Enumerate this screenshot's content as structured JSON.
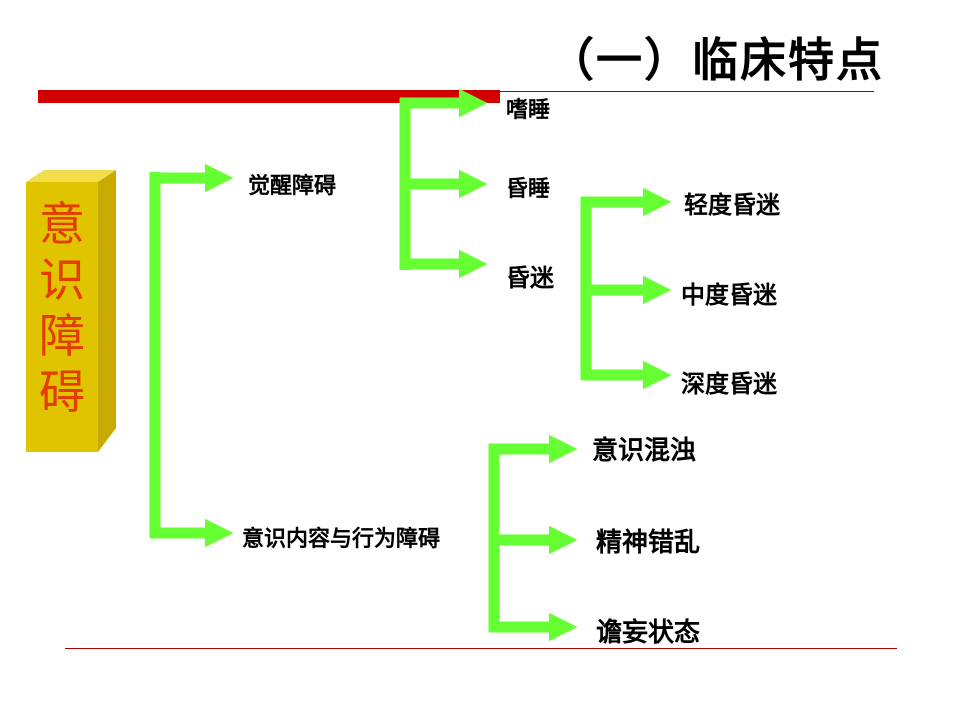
{
  "title": "（一）临床特点",
  "root": {
    "label_chars": [
      "意",
      "识",
      "障",
      "碍"
    ]
  },
  "branches": {
    "arousal": {
      "label": "觉醒障碍",
      "children": [
        "嗜睡",
        "昏睡",
        "昏迷"
      ]
    },
    "coma": {
      "children": [
        "轻度昏迷",
        "中度昏迷",
        "深度昏迷"
      ]
    },
    "content": {
      "label": "意识内容与行为障碍",
      "children": [
        "意识混浊",
        "精神错乱",
        "谵妄状态"
      ]
    }
  },
  "colors": {
    "arrow": "#66ff33",
    "box_front": "#e0c400",
    "box_text": "#e33c00",
    "title_bar": "#d40000"
  }
}
